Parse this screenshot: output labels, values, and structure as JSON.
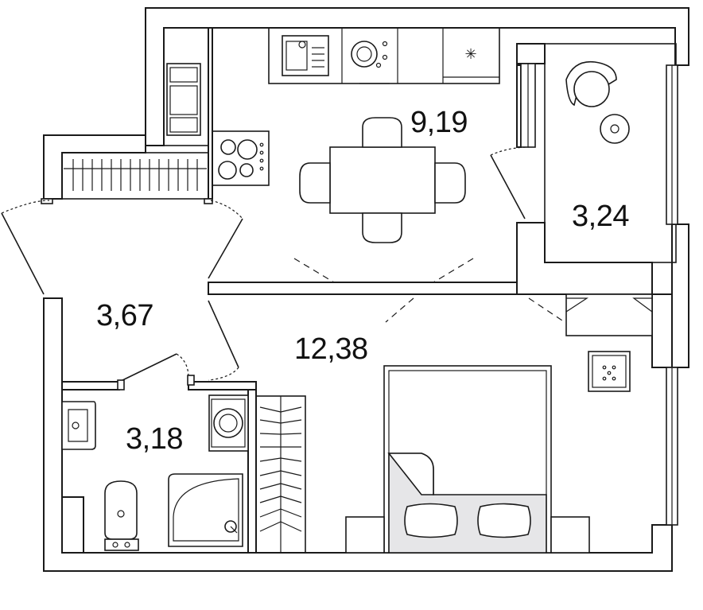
{
  "rooms": {
    "kitchen": {
      "area": "9,19"
    },
    "balcony": {
      "area": "3,24"
    },
    "hallway": {
      "area": "3,67"
    },
    "bedroom": {
      "area": "12,38"
    },
    "bathroom": {
      "area": "3,18"
    }
  }
}
